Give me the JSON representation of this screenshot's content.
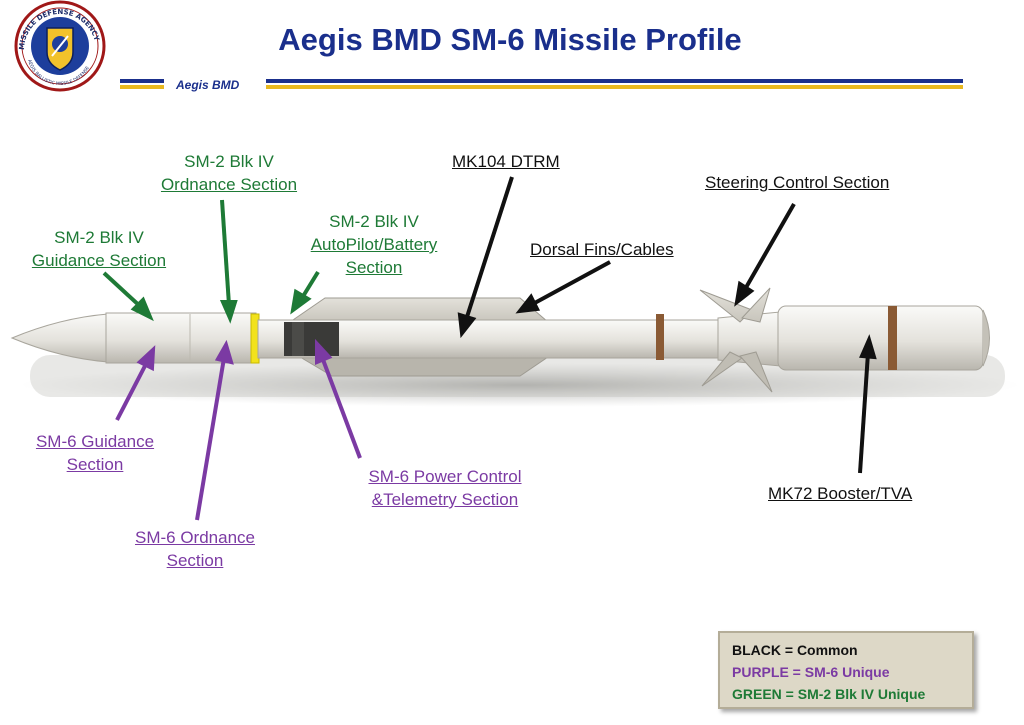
{
  "slide": {
    "title": "Aegis BMD SM-6 Missile Profile",
    "subtitle": "Aegis BMD",
    "logo_text_top": "MISSILE DEFENSE AGENCY",
    "logo_text_bottom": "AEGIS BALLISTIC MISSILE DEFENSE"
  },
  "labels": {
    "sm2_guidance": [
      "SM-2 Blk IV",
      "Guidance Section"
    ],
    "sm2_ordnance": [
      "SM-2 Blk IV",
      "Ordnance Section"
    ],
    "sm2_autopilot": [
      "SM-2 Blk IV",
      "AutoPilot/Battery",
      "Section"
    ],
    "mk104": [
      "MK104 DTRM"
    ],
    "dorsal": [
      "Dorsal Fins/Cables"
    ],
    "steering": [
      "Steering Control Section"
    ],
    "sm6_guidance": [
      "SM-6 Guidance",
      "Section"
    ],
    "sm6_ordnance": [
      "SM-6 Ordnance",
      "Section"
    ],
    "sm6_power": [
      "SM-6 Power Control",
      "&Telemetry Section"
    ],
    "mk72": [
      "MK72 Booster/TVA"
    ]
  },
  "legend": {
    "black": "BLACK = Common",
    "purple": "PURPLE = SM-6 Unique",
    "green": "GREEN = SM-2 Blk IV Unique"
  },
  "colors": {
    "title_blue": "#1a2f8c",
    "stripe_gold": "#e8b820",
    "label_green": "#1e7a36",
    "label_purple": "#7b3aa3",
    "label_black": "#111111"
  }
}
